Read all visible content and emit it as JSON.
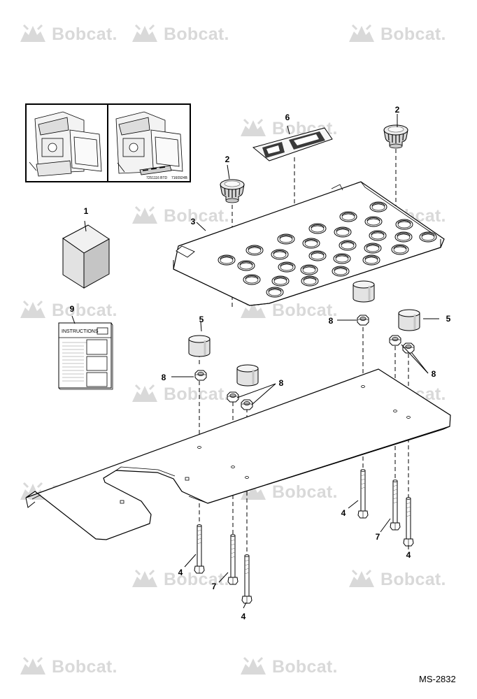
{
  "watermark": {
    "text": "Bobcat."
  },
  "callouts": [
    "1",
    "2",
    "2",
    "3",
    "4",
    "4",
    "4",
    "4",
    "5",
    "5",
    "6",
    "7",
    "7",
    "8",
    "8",
    "8",
    "8",
    "9"
  ],
  "instructions_label": "INSTRUCTIONS",
  "decal_codes": [
    "7251116  BTD",
    "7160924B"
  ],
  "figure_code": "MS-2832"
}
